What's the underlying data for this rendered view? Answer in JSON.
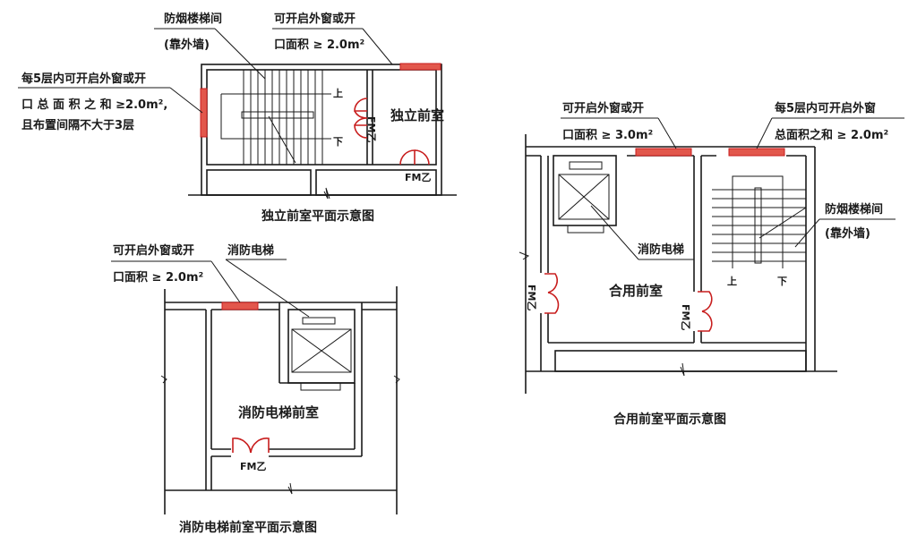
{
  "diagram1": {
    "caption": "独立前室平面示意图",
    "stair_label_line1": "防烟楼梯间",
    "stair_label_line2": "(靠外墙)",
    "window_top_line1": "可开启外窗或开",
    "window_top_line2": "口面积 ≥ 2.0m²",
    "window_left_line1": "每5层内可开启外窗或开",
    "window_left_line2": "口 总 面 积 之 和 ≥2.0m²,",
    "window_left_line3": "且布置间隔不大于3层",
    "room_label": "独立前室",
    "up_label": "上",
    "down_label": "下",
    "door_label_1": "FM乙",
    "door_label_2": "FM乙"
  },
  "diagram2": {
    "caption": "消防电梯前室平面示意图",
    "window_line1": "可开启外窗或开",
    "window_line2": "口面积 ≥ 2.0m²",
    "elevator_label": "消防电梯",
    "room_label": "消防电梯前室",
    "door_label": "FM乙"
  },
  "diagram3": {
    "caption": "合用前室平面示意图",
    "window_a_line1": "可开启外窗或开",
    "window_a_line2": "口面积 ≥ 3.0m²",
    "window_b_line1": "每5层内可开启外窗",
    "window_b_line2": "总面积之和 ≥ 2.0m²",
    "stair_label_line1": "防烟楼梯间",
    "stair_label_line2": "(靠外墙)",
    "elevator_label": "消防电梯",
    "room_label": "合用前室",
    "up_label": "上",
    "down_label": "下",
    "door_label_1": "FM乙",
    "door_label_2": "FM乙"
  },
  "colors": {
    "wall": "#1a1a1a",
    "window": "#c81e1e"
  }
}
